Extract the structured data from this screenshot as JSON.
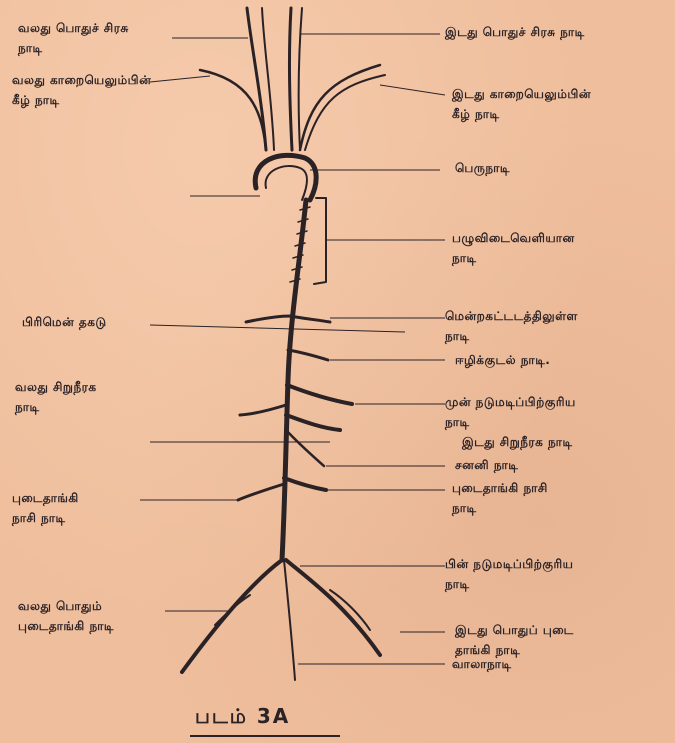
{
  "labels": {
    "right_common_carotid": "வலது பொதுச் சிரசு\nநாடி",
    "right_subclavian": "வலது காறையெலும்பின்\nகீழ் நாடி",
    "left_common_carotid": "இடது பொதுச் சிரசு நாடி",
    "left_subclavian": "இடது காறையெலும்பின்\nகீழ் நாடி",
    "aortic_arch": "பெருநாடி",
    "intercostal": "பழுவிடைவெளியான\nநாடி",
    "diaphragm": "பிரிமென் தகடு",
    "coeliac": "மென்றகட்டடத்திலுள்ள\nநாடி",
    "liver": "ஈழிக்குடல் நாடி.",
    "superior_mesenteric": "முன் நடுமடிப்பிற்குரிய\nநாடி",
    "right_renal": "வலது சிறுநீரக\nநாடி",
    "left_renal": "இடது சிறுநீரக நாடி",
    "gonadal": "சனனி நாடி",
    "right_iliac": "புடைதாங்கி\nநாசி நாடி",
    "left_iliac": "புடைதாங்கி நாசி\nநாடி",
    "inferior_mesenteric": "பின் நடுமடிப்பிற்குரிய\nநாடி",
    "right_common_iliac": "வலது பொதும்\nபுடைதாங்கி நாடி",
    "left_common_iliac": "இடது பொதுப் புடை\nதாங்கி நாடி",
    "caudal": "வாலாநாடி"
  },
  "figure_title": "படம் 3A",
  "colors": {
    "ink": "#2b2226",
    "paper": "#efbe9c"
  }
}
